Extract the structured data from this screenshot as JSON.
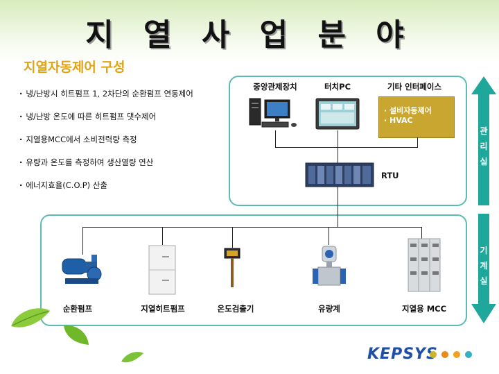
{
  "title": "지 열 사 업 분 야",
  "subtitle": "지열자동제어 구성",
  "bullets": [
    "냉/난방시 히트펌프 1, 2차단의 순환펌프 연동제어",
    "냉/난방 온도에 따른 히트펌프 댓수제어",
    "지열용MCC에서 소비전력량 측정",
    "유량과 온도를 측정하여 생산열량 연산",
    "에너지효율(C.O.P) 산출"
  ],
  "control_room": {
    "central": "중앙관제장치",
    "touch_pc": "터치PC",
    "other_interface": "기타 인터페이스",
    "interface_items": [
      "· 설비자동제어",
      "· HVAC"
    ],
    "rtu": "RTU",
    "side_label": [
      "관",
      "리",
      "실"
    ]
  },
  "machine_room": {
    "devices": [
      "순환펌프",
      "지열히트펌프",
      "온도검출기",
      "유량계",
      "지열용 MCC"
    ],
    "side_label": [
      "기",
      "계",
      "실"
    ]
  },
  "logo": "KEPSYS",
  "colors": {
    "frame": "#5bbcb4",
    "arrow": "#1fa79b",
    "accent": "#e0a312",
    "logo_dots": [
      "#c7b52a",
      "#e88a1c",
      "#f0a321",
      "#35b0c4"
    ]
  }
}
